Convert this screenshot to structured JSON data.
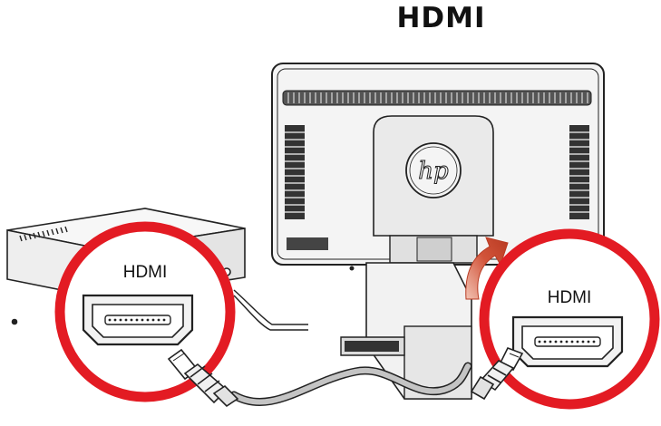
{
  "diagram": {
    "title": "HDMI",
    "left_callout": {
      "label": "HDMI"
    },
    "right_callout": {
      "label": "HDMI"
    },
    "colors": {
      "callout_ring": "#e31b23",
      "arrow": "#c8432a",
      "cable": "#bdbdbd",
      "monitor_body": "#f4f4f4",
      "outline": "#222222"
    },
    "icons": [
      "hp-logo-icon",
      "hdmi-port-icon",
      "hdmi-plug-icon",
      "curved-arrow-icon"
    ]
  }
}
